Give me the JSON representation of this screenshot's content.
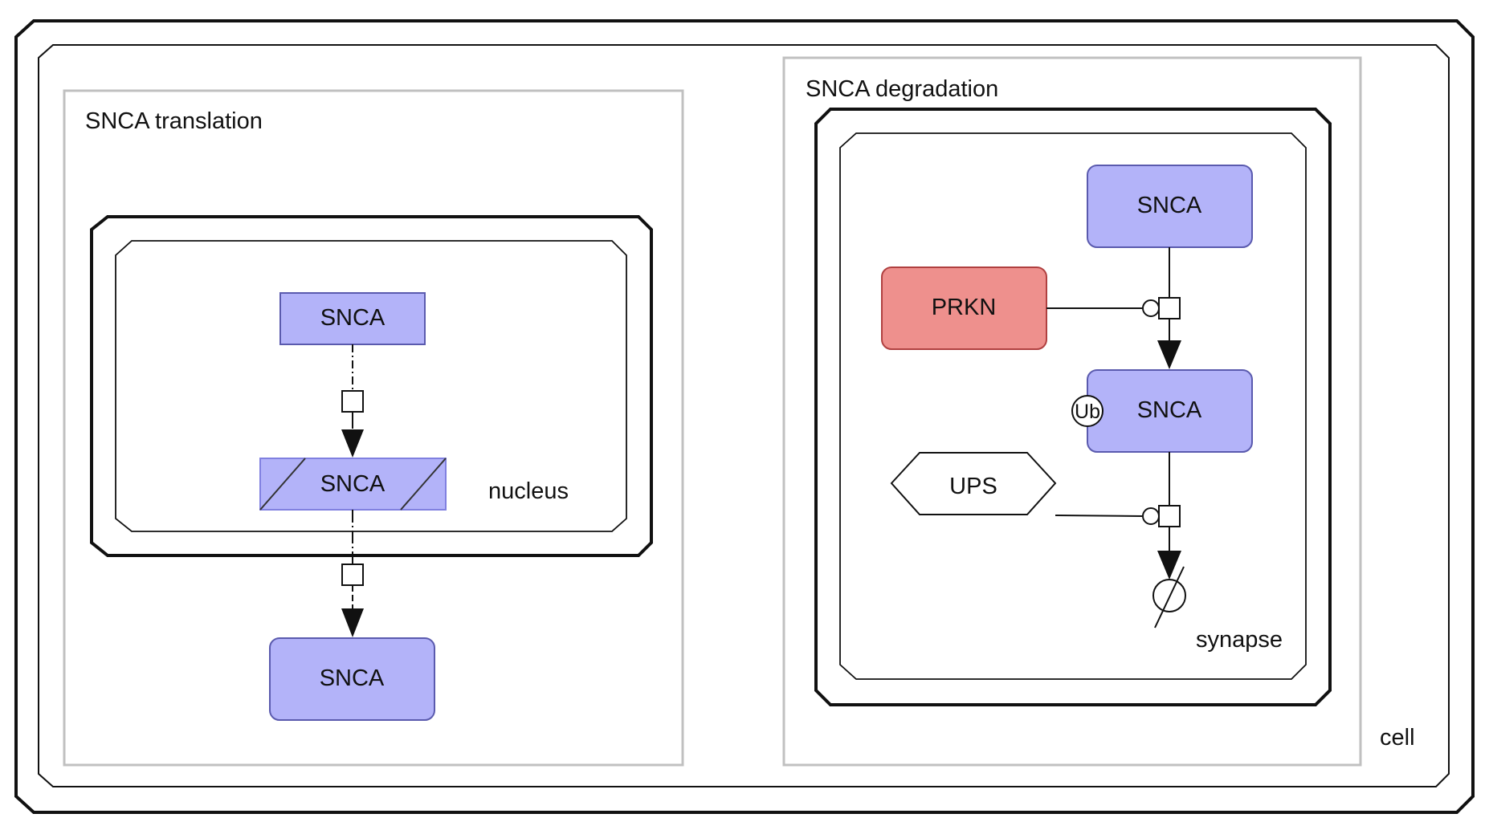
{
  "compartments": {
    "cell": "cell",
    "nucleus": "nucleus",
    "synapse": "synapse"
  },
  "submaps": {
    "translation": "SNCA translation",
    "degradation": "SNCA degradation"
  },
  "nodes": {
    "gene": "SNCA",
    "rna": "SNCA",
    "protein_translated": "SNCA",
    "protein_source": "SNCA",
    "protein_ub": "SNCA",
    "modifier": "PRKN",
    "ups": "UPS"
  },
  "state_variable": "Ub",
  "colors": {
    "macromolecule": "#b3b3f9",
    "macromolecule_border": "#5a5aae",
    "prkn": "#ee908d",
    "prkn_border": "#b04040",
    "submap_border": "#c0c0c0",
    "compartment_border": "#111111"
  }
}
